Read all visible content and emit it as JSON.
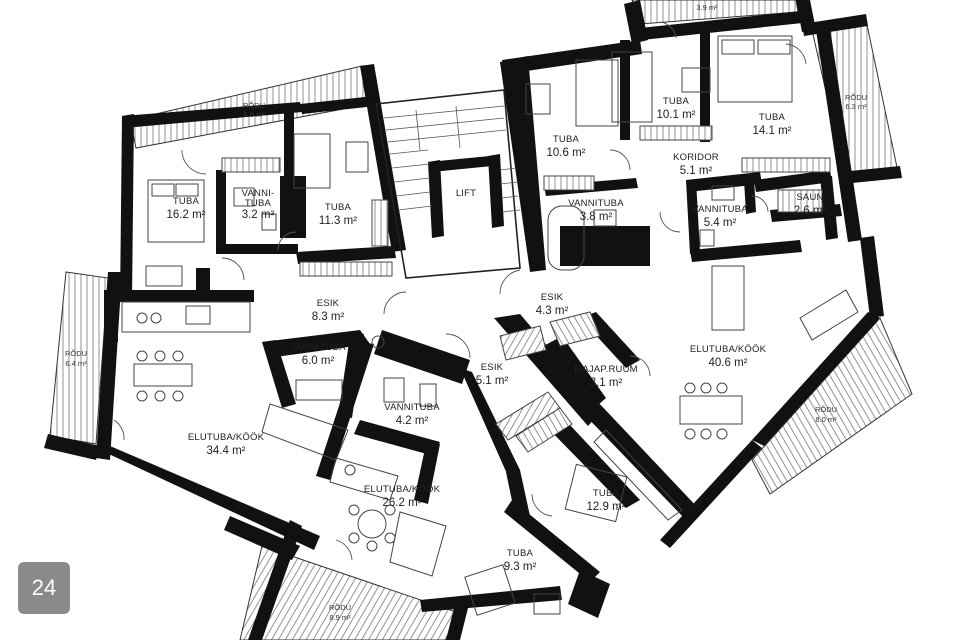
{
  "page_number": "24",
  "rooms": {
    "balcony_top": {
      "name": "",
      "area": "3.9 m²"
    },
    "balcony_nw": {
      "name": "RÕDU",
      "area": "5.6 m²"
    },
    "balcony_ne": {
      "name": "RÕDU",
      "area": "6.3 m²"
    },
    "balcony_w": {
      "name": "RÕDU",
      "area": "6.4 m²"
    },
    "balcony_e": {
      "name": "RÕDU",
      "area": "8.0 m²"
    },
    "balcony_s": {
      "name": "RÕDU",
      "area": "8.9 m²"
    },
    "a1_bedroom_1": {
      "name": "TUBA",
      "area": "16.2 m²"
    },
    "a1_bath": {
      "name_1": "VANNI-",
      "name_2": "TUBA",
      "area": "3.2 m²"
    },
    "a1_bedroom_2": {
      "name": "TUBA",
      "area": "11.3 m²"
    },
    "a1_hall": {
      "name": "ESIK",
      "area": "8.3 m²"
    },
    "a1_bath_2": {
      "name": "VANNITUBA",
      "area": "6.0 m²"
    },
    "a1_living": {
      "name": "ELUTUBA/KÖÖK",
      "area": "34.4 m²"
    },
    "lift": {
      "name": "LIFT"
    },
    "a2_bedroom_1": {
      "name": "TUBA",
      "area": "10.6 m²"
    },
    "a2_bedroom_2": {
      "name": "TUBA",
      "area": "10.1 m²"
    },
    "a2_bedroom_3": {
      "name": "TUBA",
      "area": "14.1 m²"
    },
    "a2_corridor": {
      "name": "KORIDOR",
      "area": "5.1 m²"
    },
    "a2_bath_1": {
      "name": "VANNITUBA",
      "area": "3.8 m²"
    },
    "a2_bath_2": {
      "name": "VANNITUBA",
      "area": "5.4 m²"
    },
    "a2_sauna": {
      "name": "SAUN",
      "area": "2.6 m²"
    },
    "a2_hall": {
      "name": "ESIK",
      "area": "4.3 m²"
    },
    "a2_living": {
      "name": "ELUTUBA/KÖÖK",
      "area": "40.6 m²"
    },
    "a2_utility": {
      "name": "MAJAP.RUUM",
      "area": "3.1 m²"
    },
    "a3_hall": {
      "name": "ESIK",
      "area": "5.1 m²"
    },
    "a3_bath": {
      "name": "VANNITUBA",
      "area": "4.2 m²"
    },
    "a3_living": {
      "name": "ELUTUBA/KÖÖK",
      "area": "26.2 m²"
    },
    "a3_bedroom_1": {
      "name": "TUBA",
      "area": "12.9 m²"
    },
    "a3_bedroom_2": {
      "name": "TUBA",
      "area": "9.3 m²"
    }
  }
}
